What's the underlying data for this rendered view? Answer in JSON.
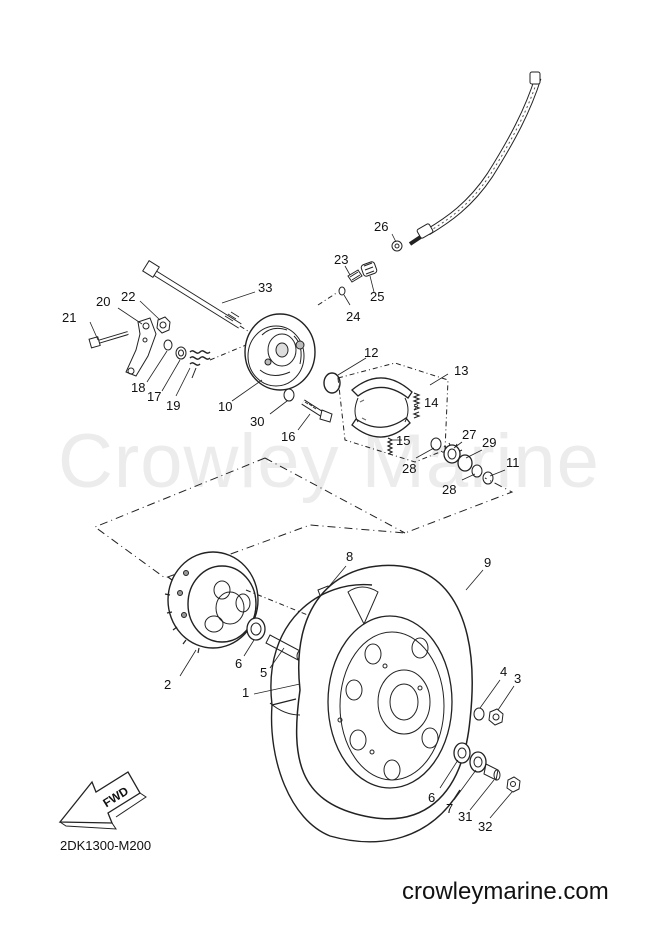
{
  "diagram_code": "2DK1300-M200",
  "watermark": "Crowley Marine",
  "website": "crowleymarine.com",
  "direction_label": "FWD",
  "callouts": {
    "c1": "1",
    "c2": "2",
    "c3": "3",
    "c4": "4",
    "c5": "5",
    "c6a": "6",
    "c6b": "6",
    "c7": "7",
    "c8": "8",
    "c9": "9",
    "c10": "10",
    "c11": "11",
    "c12": "12",
    "c13": "13",
    "c14": "14",
    "c15": "15",
    "c16": "16",
    "c17": "17",
    "c18": "18",
    "c19": "19",
    "c20": "20",
    "c21": "21",
    "c22": "22",
    "c23": "23",
    "c24": "24",
    "c25": "25",
    "c26": "26",
    "c27": "27",
    "c28a": "28",
    "c28b": "28",
    "c29": "29",
    "c30": "30",
    "c31": "31",
    "c32": "32",
    "c33": "33"
  }
}
